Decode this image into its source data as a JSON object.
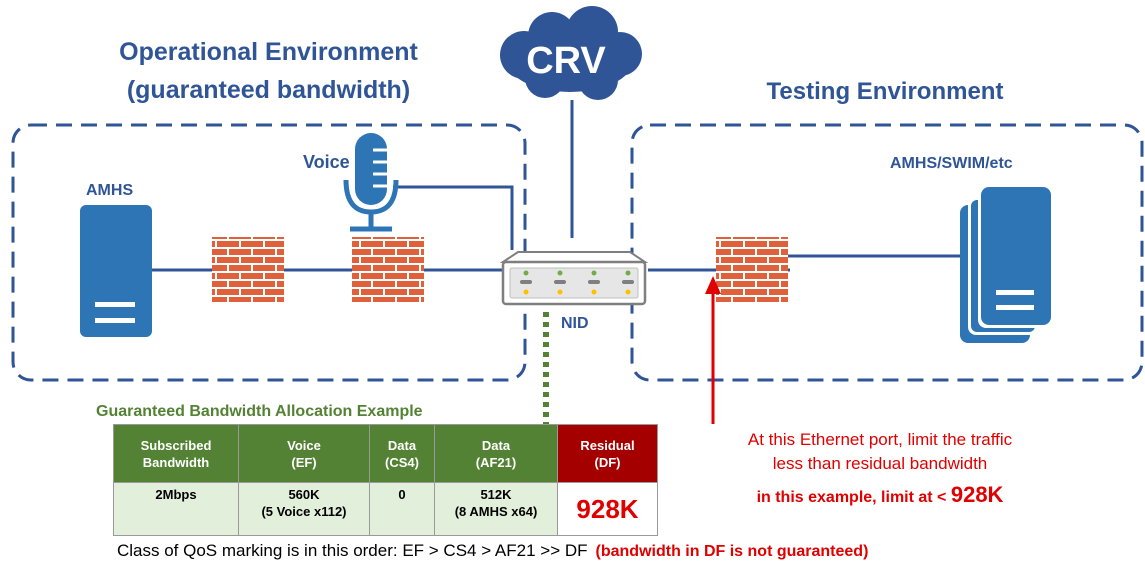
{
  "titles": {
    "operational_line1": "Operational Environment",
    "operational_line2": "(guaranteed bandwidth)",
    "testing": "Testing Environment",
    "cloud": "CRV"
  },
  "labels": {
    "amhs_left": "AMHS",
    "voice": "Voice",
    "amhs_right": "AMHS/SWIM/etc",
    "nid": "NID"
  },
  "allocation": {
    "title": "Guaranteed Bandwidth Allocation Example",
    "headers": [
      [
        "Subscribed",
        "Bandwidth"
      ],
      [
        "Voice",
        "(EF)"
      ],
      [
        "Data",
        "(CS4)"
      ],
      [
        "Data",
        "(AF21)"
      ],
      [
        "Residual",
        "(DF)"
      ]
    ],
    "values": [
      [
        "2Mbps",
        ""
      ],
      [
        "560K",
        "(5 Voice x112)"
      ],
      [
        "0",
        ""
      ],
      [
        "512K",
        "(8 AMHS x64)"
      ],
      [
        "928K",
        ""
      ]
    ]
  },
  "note": {
    "line1": "At this Ethernet port, limit the traffic",
    "line2": "less than residual bandwidth",
    "line3_prefix": "in this example, limit at < ",
    "line3_value": "928K"
  },
  "footer": {
    "text": "Class of QoS marking is in this order: EF > CS4 > AF21 >> DF",
    "red": "(bandwidth in DF is not guaranteed)"
  },
  "colors": {
    "blue": "#2f5597",
    "brick": "#e0603c",
    "green": "#548235",
    "dark_red": "#a50000",
    "red": "#e00000"
  }
}
